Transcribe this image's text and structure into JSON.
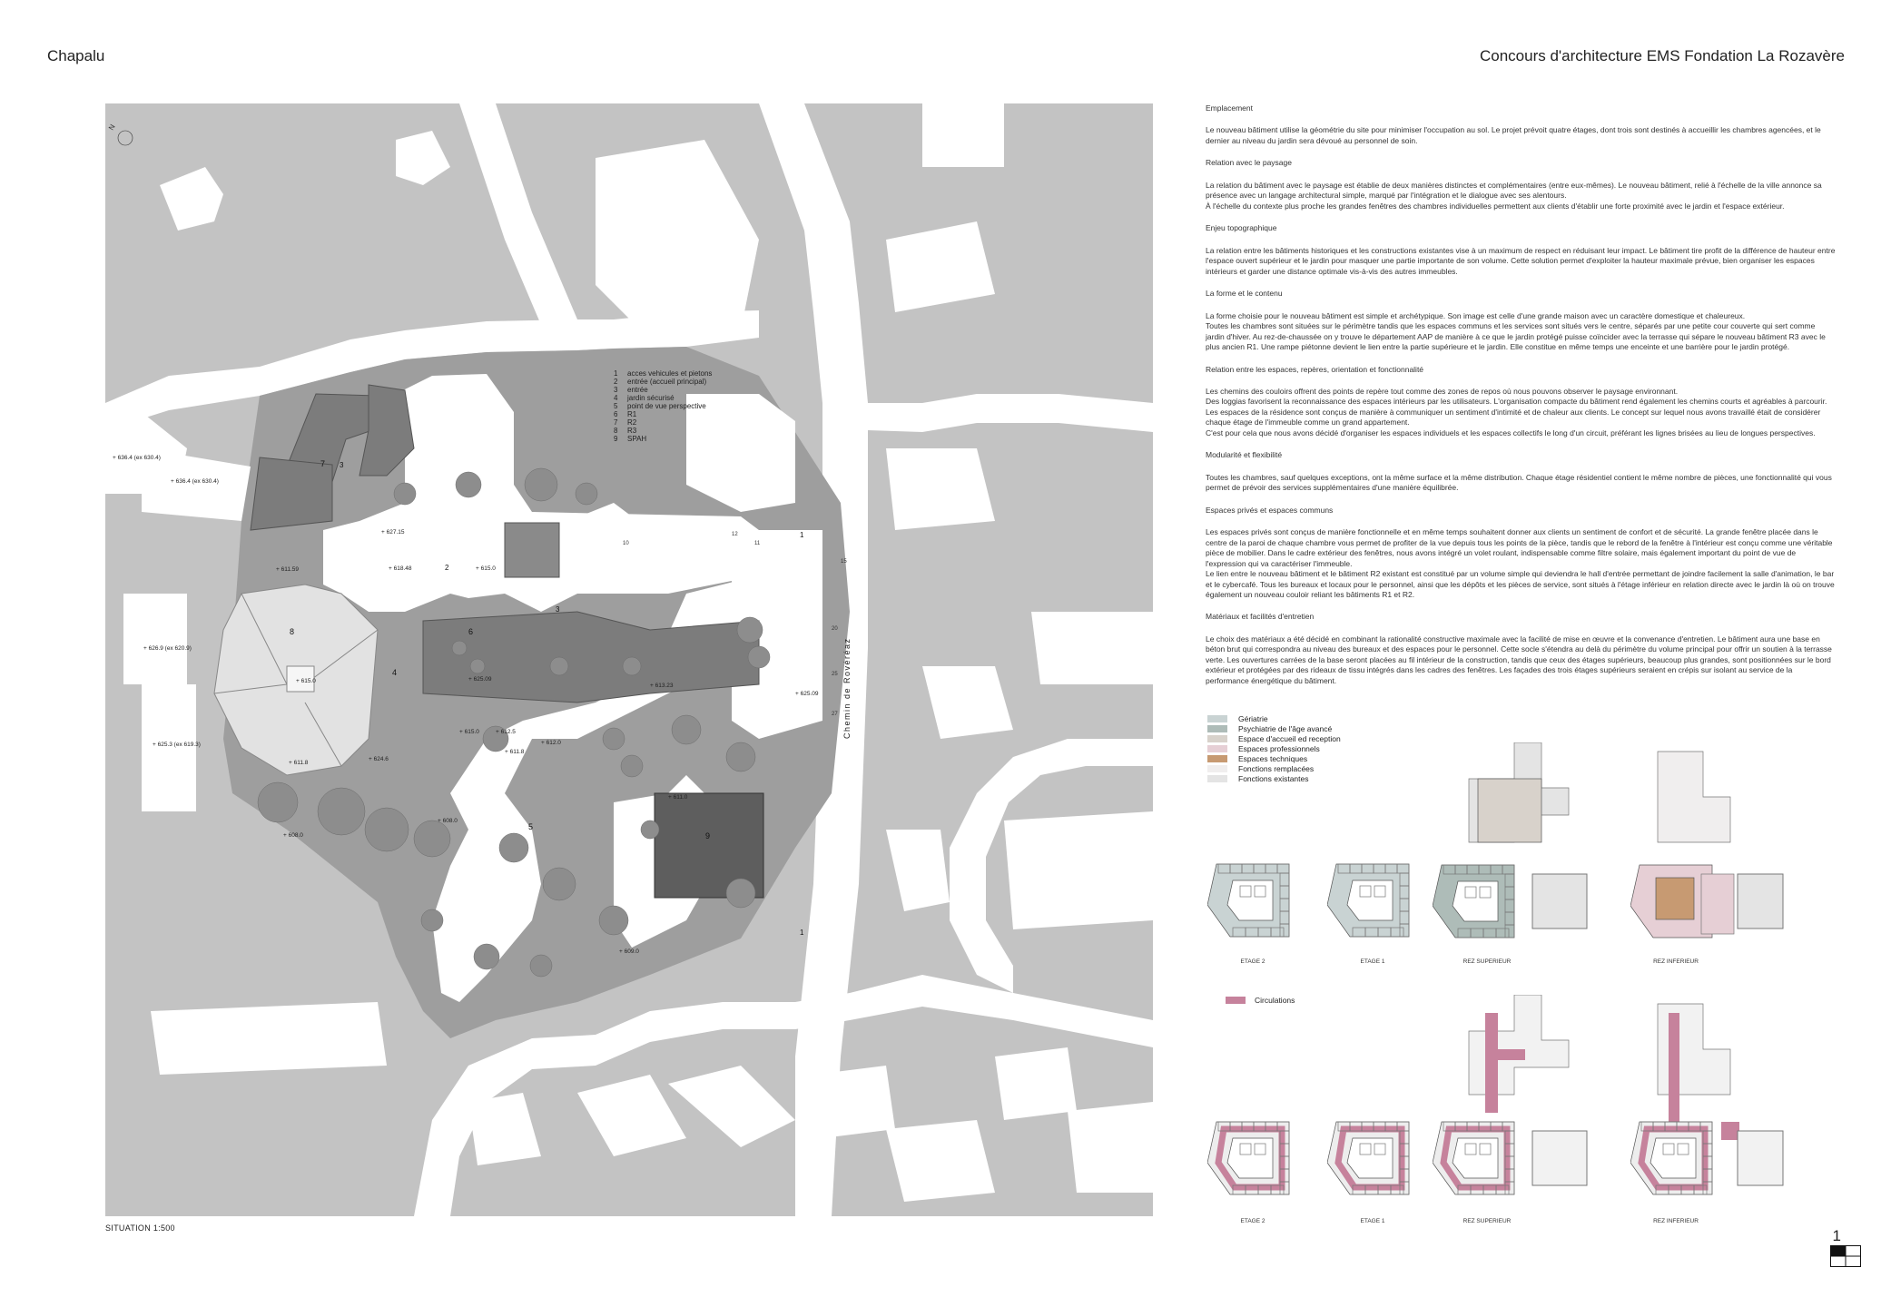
{
  "header": {
    "brand": "Chapalu",
    "title": "Concours d'architecture EMS Fondation La Rozavère"
  },
  "site_plan": {
    "scale_label": "SITUATION 1:500",
    "north": "N",
    "street": "Chemin de Rovéréaz",
    "legend": [
      {
        "num": "1",
        "label": "acces vehicules et pietons"
      },
      {
        "num": "2",
        "label": "entrée (accueil principal)"
      },
      {
        "num": "3",
        "label": "entrée"
      },
      {
        "num": "4",
        "label": "jardin sécurisé"
      },
      {
        "num": "5",
        "label": "point de vue perspective"
      },
      {
        "num": "6",
        "label": "R1"
      },
      {
        "num": "7",
        "label": "R2"
      },
      {
        "num": "8",
        "label": "R3"
      },
      {
        "num": "9",
        "label": "SPAH"
      }
    ],
    "building_numbers": {
      "b7": "7",
      "b8": "8",
      "b6": "6",
      "b9": "9",
      "b4": "4",
      "b5": "5"
    },
    "markers": {
      "m1a": "1",
      "m1b": "1",
      "m2": "2",
      "m3a": "3",
      "m3b": "3"
    },
    "levels": {
      "l1": "+ 636.4 (ex 630.4)",
      "l2": "+ 636.4 (ex 630.4)",
      "l3": "+ 626.9 (ex 620.9)",
      "l4": "+ 625.3 (ex 619.3)",
      "l5": "+ 627.15",
      "l6": "+ 611.59",
      "l7": "+ 618.48",
      "l8": "+ 615.0",
      "l9": "+ 615.0",
      "l10": "+ 625.09",
      "l11": "+ 613.23",
      "l12": "+ 625.09",
      "l13": "+ 615.0",
      "l14": "+ 612.5",
      "l15": "+ 612.0",
      "l16": "+ 611.8",
      "l17": "+ 624.6",
      "l18": "+ 611.8",
      "l19": "+ 608.0",
      "l20": "+ 608.0",
      "l21": "+ 611.0",
      "l22": "+ 609.0"
    },
    "parking": {
      "p10": "10",
      "p11": "11",
      "p12": "12",
      "p15": "15",
      "p20": "20",
      "p25": "25",
      "p27": "27"
    }
  },
  "text": {
    "sections": [
      {
        "title": "Emplacement",
        "body": "Le nouveau bâtiment utilise la géométrie du site pour minimiser l'occupation au sol. Le projet prévoit quatre étages, dont trois sont destinés à accueillir les chambres agencées, et le dernier au niveau du jardin sera dévoué au personnel de soin."
      },
      {
        "title": "Relation avec le paysage",
        "body": "La relation du bâtiment avec le paysage est établie de deux manières distinctes et complémentaires (entre eux-mêmes). Le nouveau bâtiment, relié à l'échelle de la ville annonce sa présence avec un langage architectural simple, marqué par l'intégration et le dialogue avec ses alentours.\nÀ l'échelle du contexte plus proche les grandes fenêtres des chambres individuelles permettent aux clients d'établir une forte proximité avec le jardin et l'espace extérieur."
      },
      {
        "title": "Enjeu topographique",
        "body": "La relation entre les bâtiments historiques et les constructions existantes vise à un maximum de respect en réduisant leur impact. Le bâtiment tire profit de la différence de hauteur entre l'espace ouvert supérieur et le jardin pour masquer une partie importante de son volume. Cette solution permet d'exploiter la hauteur maximale prévue, bien organiser les espaces intérieurs et garder une distance optimale vis-à-vis des autres immeubles."
      },
      {
        "title": "La forme et le contenu",
        "body": "La forme choisie pour le nouveau bâtiment est simple et archétypique. Son image est celle d'une grande maison avec un caractère domestique et chaleureux.\nToutes les chambres sont situées sur le périmètre tandis que les espaces communs et les services sont situés vers le centre, séparés par une petite cour couverte qui sert comme jardin d'hiver. Au rez-de-chaussée on y trouve le département AAP de manière à ce que le jardin protégé puisse coïncider avec la terrasse qui sépare le nouveau bâtiment R3 avec le plus ancien R1. Une rampe piétonne devient le lien entre la partie supérieure et le jardin. Elle constitue en même temps une enceinte et une barrière pour le jardin protégé."
      },
      {
        "title": "Relation entre les espaces, repères, orientation et fonctionnalité",
        "body": "Les chemins des couloirs offrent des points de repère tout comme des zones de repos où nous pouvons observer le paysage environnant.\nDes loggias favorisent la reconnaissance des espaces intérieurs par les utilisateurs. L'organisation compacte du bâtiment rend également les chemins courts et agréables à parcourir. Les espaces de la résidence sont conçus de manière à communiquer un sentiment d'intimité et de chaleur aux clients. Le concept sur lequel nous avons travaillé était de considérer chaque étage de l'immeuble comme un grand appartement.\nC'est pour cela que nous avons décidé d'organiser les espaces individuels et les espaces collectifs le long d'un circuit, préférant les lignes brisées au lieu de longues perspectives."
      },
      {
        "title": "Modularité et flexibilité",
        "body": "Toutes les chambres, sauf quelques exceptions, ont la même surface et la même distribution. Chaque étage résidentiel contient le même nombre de pièces, une fonctionnalité qui vous permet de prévoir des services supplémentaires d'une manière équilibrée."
      },
      {
        "title": "Espaces privés et espaces communs",
        "body": "Les espaces privés sont conçus de manière fonctionnelle et en même temps souhaitent donner aux clients un sentiment de confort et de sécurité. La grande fenêtre placée dans le centre de la paroi de chaque chambre vous permet de profiter de la vue depuis tous les points de la pièce, tandis que le rebord de la fenêtre à l'intérieur est conçu comme une véritable pièce de mobilier. Dans le cadre extérieur des fenêtres, nous avons intégré un volet roulant, indispensable comme filtre solaire, mais également important du point de vue de l'expression qui va caractériser l'immeuble.\nLe lien entre le nouveau bâtiment et le bâtiment R2 existant est constitué par un volume simple qui deviendra le hall d'entrée permettant de joindre facilement la salle d'animation, le bar et le cybercafé. Tous les bureaux et locaux pour le personnel, ainsi que les dépôts et les pièces de service, sont situés à l'étage inférieur en relation directe avec le jardin là où on trouve également un nouveau couloir reliant les bâtiments R1 et R2."
      },
      {
        "title": "Matériaux et facilités d'entretien",
        "body": "Le choix des matériaux a été décidé en combinant la rationalité constructive maximale avec la facilité de mise en œuvre et la convenance d'entretien. Le bâtiment aura une base en béton brut qui correspondra au niveau des bureaux et des espaces pour le personnel. Cette socle s'étendra au delà du périmètre du volume principal pour offrir un soutien à la terrasse verte. Les ouvertures carrées de la base seront placées au fil intérieur de la construction, tandis que ceux des étages supérieurs, beaucoup plus grandes, sont positionnées sur le bord extérieur et protégées par des rideaux de tissu intégrés dans les cadres des fenêtres. Les façades des trois étages supérieurs seraient en crépis sur isolant au service de la performance énergétique du bâtiment."
      }
    ]
  },
  "program_legend": [
    {
      "label": "Gériatrie",
      "color": "#c9d3d3"
    },
    {
      "label": "Psychiatrie de l'âge avancé",
      "color": "#aebcb8"
    },
    {
      "label": "Espace d'accueil ed reception",
      "color": "#d8d2cb"
    },
    {
      "label": "Espaces professionnels",
      "color": "#e6cfd5"
    },
    {
      "label": "Espaces techniques",
      "color": "#c79a72"
    },
    {
      "label": "Fonctions remplacées",
      "color": "#f0eeee"
    },
    {
      "label": "Fonctions existantes",
      "color": "#e4e4e4"
    }
  ],
  "circulation_legend": {
    "label": "Circulations",
    "color": "#c6829c"
  },
  "floor_labels": {
    "etage2": "ETAGE 2",
    "etage1": "ETAGE 1",
    "rez_sup": "REZ SUPERIEUR",
    "rez_inf": "REZ INFERIEUR"
  },
  "page": {
    "number": "1"
  }
}
